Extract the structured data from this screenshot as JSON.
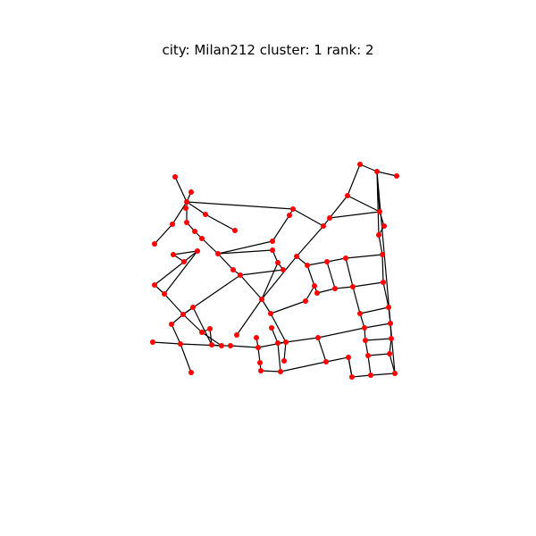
{
  "title": "city: Milan212 cluster: 1 rank: 2",
  "style": {
    "node_color": "#ff0000",
    "edge_color": "#000000",
    "background": "#ffffff"
  },
  "graph": {
    "nodes": [
      [
        "n0",
        196,
        198
      ],
      [
        "n1",
        214,
        215
      ],
      [
        "n2",
        209,
        226
      ],
      [
        "n3",
        208,
        233
      ],
      [
        "n4",
        193,
        251
      ],
      [
        "n5",
        173,
        273
      ],
      [
        "n6",
        230,
        240
      ],
      [
        "n7",
        263,
        258
      ],
      [
        "n8",
        209,
        249
      ],
      [
        "n9",
        218,
        259
      ],
      [
        "n10",
        226,
        267
      ],
      [
        "n11",
        244,
        284
      ],
      [
        "n12",
        328,
        234
      ],
      [
        "n13",
        324,
        241
      ],
      [
        "n14",
        305,
        270
      ],
      [
        "n15",
        305,
        280
      ],
      [
        "n16",
        311,
        294
      ],
      [
        "n17",
        317,
        302
      ],
      [
        "n18",
        261,
        302
      ],
      [
        "n19",
        269,
        308
      ],
      [
        "n20",
        293,
        335
      ],
      [
        "n21",
        265,
        375
      ],
      [
        "n22",
        194,
        285
      ],
      [
        "n23",
        206,
        293
      ],
      [
        "n24",
        221,
        281
      ],
      [
        "n25",
        173,
        319
      ],
      [
        "n26",
        184,
        329
      ],
      [
        "n27",
        216,
        344
      ],
      [
        "n28",
        205,
        352
      ],
      [
        "n29",
        192,
        363
      ],
      [
        "n30",
        171,
        383
      ],
      [
        "n31",
        202,
        385
      ],
      [
        "n32",
        214,
        417
      ],
      [
        "n33",
        226,
        372
      ],
      [
        "n34",
        235,
        368
      ],
      [
        "n35",
        237,
        386
      ],
      [
        "n36",
        248,
        387
      ],
      [
        "n37",
        258,
        387
      ],
      [
        "n38",
        289,
        389
      ],
      [
        "n39",
        287,
        378
      ],
      [
        "n40",
        304,
        367
      ],
      [
        "n41",
        311,
        384
      ],
      [
        "n42",
        320,
        383
      ],
      [
        "n43",
        291,
        406
      ],
      [
        "n44",
        292,
        415
      ],
      [
        "n45",
        314,
        416
      ],
      [
        "n46",
        318,
        404
      ],
      [
        "n47",
        303,
        351
      ],
      [
        "n48",
        342,
        337
      ],
      [
        "n49",
        352,
        320
      ],
      [
        "n50",
        355,
        328
      ],
      [
        "n51",
        375,
        323
      ],
      [
        "n52",
        395,
        321
      ],
      [
        "n53",
        429,
        316
      ],
      [
        "n54",
        332,
        287
      ],
      [
        "n55",
        344,
        297
      ],
      [
        "n56",
        366,
        293
      ],
      [
        "n57",
        387,
        289
      ],
      [
        "n58",
        428,
        285
      ],
      [
        "n59",
        362,
        253
      ],
      [
        "n60",
        369,
        244
      ],
      [
        "n61",
        389,
        219
      ],
      [
        "n62",
        403,
        184
      ],
      [
        "n63",
        422,
        192
      ],
      [
        "n64",
        444,
        197
      ],
      [
        "n65",
        425,
        237
      ],
      [
        "n66",
        430,
        253
      ],
      [
        "n67",
        424,
        263
      ],
      [
        "n68",
        403,
        351
      ],
      [
        "n69",
        435,
        344
      ],
      [
        "n70",
        408,
        367
      ],
      [
        "n71",
        437,
        362
      ],
      [
        "n72",
        409,
        381
      ],
      [
        "n73",
        438,
        379
      ],
      [
        "n74",
        356,
        378
      ],
      [
        "n75",
        365,
        405
      ],
      [
        "n76",
        390,
        400
      ],
      [
        "n77",
        412,
        398
      ],
      [
        "n78",
        436,
        396
      ],
      [
        "n79",
        394,
        422
      ],
      [
        "n80",
        415,
        420
      ],
      [
        "n81",
        442,
        418
      ]
    ],
    "edges": [
      [
        "n0",
        "n2"
      ],
      [
        "n1",
        "n2"
      ],
      [
        "n2",
        "n12"
      ],
      [
        "n2",
        "n6"
      ],
      [
        "n6",
        "n7"
      ],
      [
        "n2",
        "n4"
      ],
      [
        "n4",
        "n5"
      ],
      [
        "n2",
        "n8"
      ],
      [
        "n8",
        "n9"
      ],
      [
        "n9",
        "n10"
      ],
      [
        "n10",
        "n11"
      ],
      [
        "n11",
        "n14"
      ],
      [
        "n11",
        "n18"
      ],
      [
        "n18",
        "n19"
      ],
      [
        "n11",
        "n15"
      ],
      [
        "n15",
        "n16"
      ],
      [
        "n16",
        "n17"
      ],
      [
        "n16",
        "n20"
      ],
      [
        "n12",
        "n13"
      ],
      [
        "n13",
        "n14"
      ],
      [
        "n12",
        "n59"
      ],
      [
        "n19",
        "n17"
      ],
      [
        "n19",
        "n20"
      ],
      [
        "n20",
        "n21"
      ],
      [
        "n20",
        "n54"
      ],
      [
        "n54",
        "n59"
      ],
      [
        "n59",
        "n60"
      ],
      [
        "n60",
        "n65"
      ],
      [
        "n60",
        "n61"
      ],
      [
        "n61",
        "n62"
      ],
      [
        "n61",
        "n65"
      ],
      [
        "n62",
        "n63"
      ],
      [
        "n63",
        "n64"
      ],
      [
        "n63",
        "n65"
      ],
      [
        "n63",
        "n67"
      ],
      [
        "n63",
        "n81"
      ],
      [
        "n65",
        "n66"
      ],
      [
        "n66",
        "n67"
      ],
      [
        "n67",
        "n58"
      ],
      [
        "n58",
        "n53"
      ],
      [
        "n53",
        "n69"
      ],
      [
        "n69",
        "n71"
      ],
      [
        "n71",
        "n73"
      ],
      [
        "n73",
        "n78"
      ],
      [
        "n78",
        "n81"
      ],
      [
        "n54",
        "n55"
      ],
      [
        "n55",
        "n56"
      ],
      [
        "n56",
        "n57"
      ],
      [
        "n57",
        "n58"
      ],
      [
        "n55",
        "n49"
      ],
      [
        "n49",
        "n50"
      ],
      [
        "n49",
        "n48"
      ],
      [
        "n48",
        "n47"
      ],
      [
        "n47",
        "n20"
      ],
      [
        "n50",
        "n51"
      ],
      [
        "n51",
        "n52"
      ],
      [
        "n52",
        "n53"
      ],
      [
        "n56",
        "n51"
      ],
      [
        "n57",
        "n52"
      ],
      [
        "n52",
        "n68"
      ],
      [
        "n68",
        "n69"
      ],
      [
        "n68",
        "n70"
      ],
      [
        "n70",
        "n71"
      ],
      [
        "n70",
        "n72"
      ],
      [
        "n72",
        "n73"
      ],
      [
        "n72",
        "n77"
      ],
      [
        "n77",
        "n78"
      ],
      [
        "n77",
        "n80"
      ],
      [
        "n80",
        "n81"
      ],
      [
        "n80",
        "n79"
      ],
      [
        "n79",
        "n76"
      ],
      [
        "n76",
        "n75"
      ],
      [
        "n75",
        "n74"
      ],
      [
        "n74",
        "n42"
      ],
      [
        "n75",
        "n45"
      ],
      [
        "n45",
        "n44"
      ],
      [
        "n44",
        "n43"
      ],
      [
        "n43",
        "n38"
      ],
      [
        "n38",
        "n39"
      ],
      [
        "n38",
        "n42"
      ],
      [
        "n42",
        "n41"
      ],
      [
        "n41",
        "n40"
      ],
      [
        "n41",
        "n45"
      ],
      [
        "n42",
        "n46"
      ],
      [
        "n74",
        "n70"
      ],
      [
        "n76",
        "n79"
      ],
      [
        "n47",
        "n42"
      ],
      [
        "n38",
        "n37"
      ],
      [
        "n37",
        "n36"
      ],
      [
        "n36",
        "n35"
      ],
      [
        "n36",
        "n31"
      ],
      [
        "n31",
        "n30"
      ],
      [
        "n31",
        "n32"
      ],
      [
        "n31",
        "n29"
      ],
      [
        "n29",
        "n28"
      ],
      [
        "n28",
        "n26"
      ],
      [
        "n28",
        "n33"
      ],
      [
        "n33",
        "n34"
      ],
      [
        "n34",
        "n35"
      ],
      [
        "n28",
        "n27"
      ],
      [
        "n27",
        "n35"
      ],
      [
        "n28",
        "n19"
      ],
      [
        "n26",
        "n25"
      ],
      [
        "n26",
        "n24"
      ],
      [
        "n24",
        "n22"
      ],
      [
        "n24",
        "n23"
      ],
      [
        "n23",
        "n25"
      ],
      [
        "n23",
        "n22"
      ],
      [
        "n33",
        "n36"
      ]
    ]
  }
}
